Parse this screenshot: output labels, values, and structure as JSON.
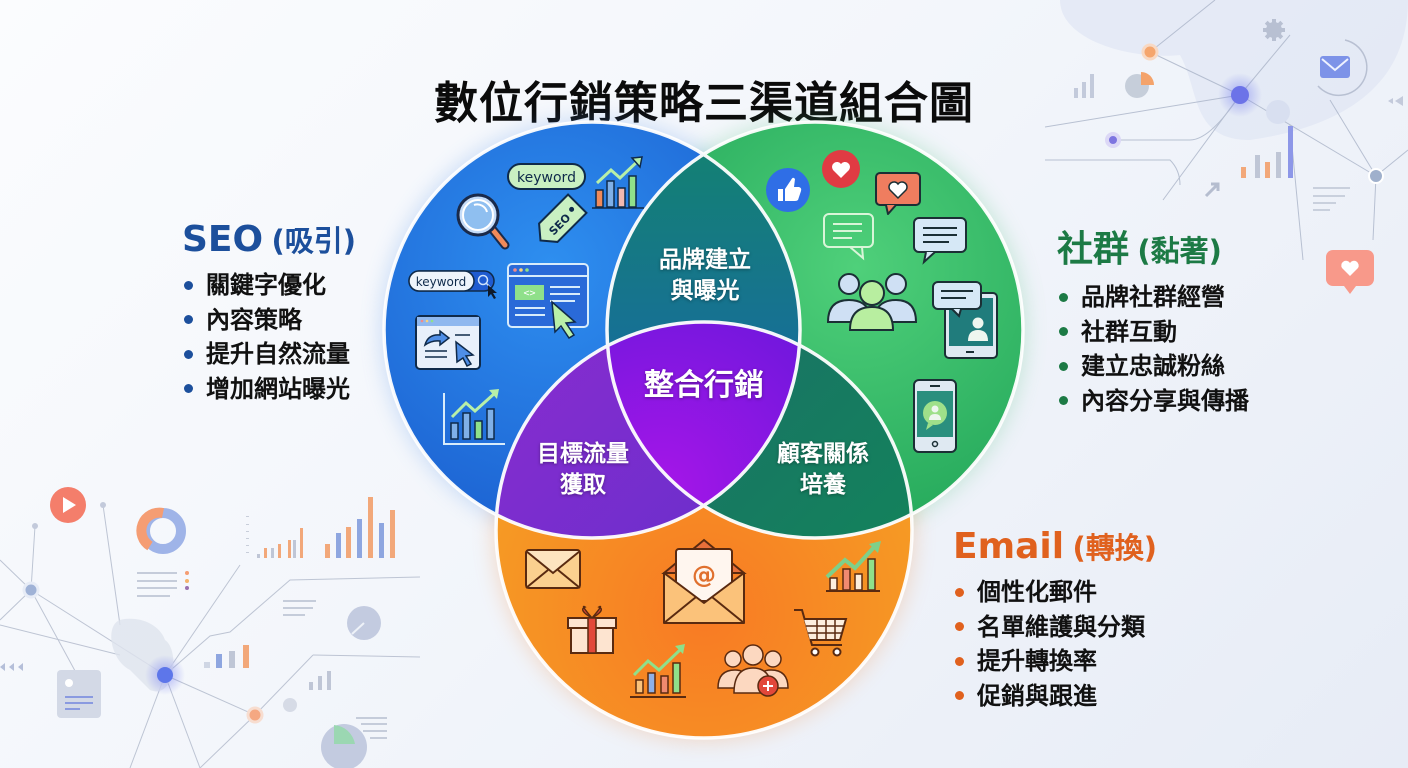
{
  "title": "數位行銷策略三渠道組合圖",
  "colors": {
    "seo": "#1c4f9c",
    "social": "#1c7a45",
    "email": "#e0611e",
    "seo_circle": "#1e78e0",
    "social_circle": "#3fbf6a",
    "email_circle": "#f28a1e",
    "center": "#7a12d8"
  },
  "channels": {
    "seo": {
      "name": "SEO",
      "role": "(吸引)",
      "items": [
        "關鍵字優化",
        "內容策略",
        "提升自然流量",
        "增加網站曝光"
      ],
      "icons": [
        "keyword-tag-icon",
        "magnifier-icon",
        "seo-tag-icon",
        "bar-chart-up-icon",
        "keyword-search-bar-icon",
        "web-page-code-icon",
        "browser-redirect-icon",
        "growth-chart-icon"
      ],
      "keyword_label_1": "keyword",
      "keyword_label_2": "keyword",
      "seo_tag_label": "SEO"
    },
    "social": {
      "name": "社群",
      "role": "(黏著)",
      "items": [
        "品牌社群經營",
        "社群互動",
        "建立忠誠粉絲",
        "內容分享與傳播"
      ],
      "icons": [
        "thumbs-up-icon",
        "heart-icon",
        "heart-bubble-icon",
        "chat-bubble-icon",
        "message-icon",
        "group-icon",
        "tablet-profile-icon",
        "phone-profile-icon"
      ]
    },
    "email": {
      "name": "Email",
      "role": "(轉換)",
      "items": [
        "個性化郵件",
        "名單維護與分類",
        "提升轉換率",
        "促銷與跟進"
      ],
      "icons": [
        "envelope-icon",
        "open-email-at-icon",
        "gift-icon",
        "growth-chart-icon",
        "shopping-cart-icon",
        "add-customers-icon",
        "bar-chart-up-icon"
      ],
      "at_symbol": "@"
    }
  },
  "overlaps": {
    "seo_social": [
      "品牌建立",
      "與曝光"
    ],
    "seo_email": [
      "目標流量",
      "獲取"
    ],
    "social_email": [
      "顧客關係",
      "培養"
    ],
    "center": "整合行銷"
  }
}
